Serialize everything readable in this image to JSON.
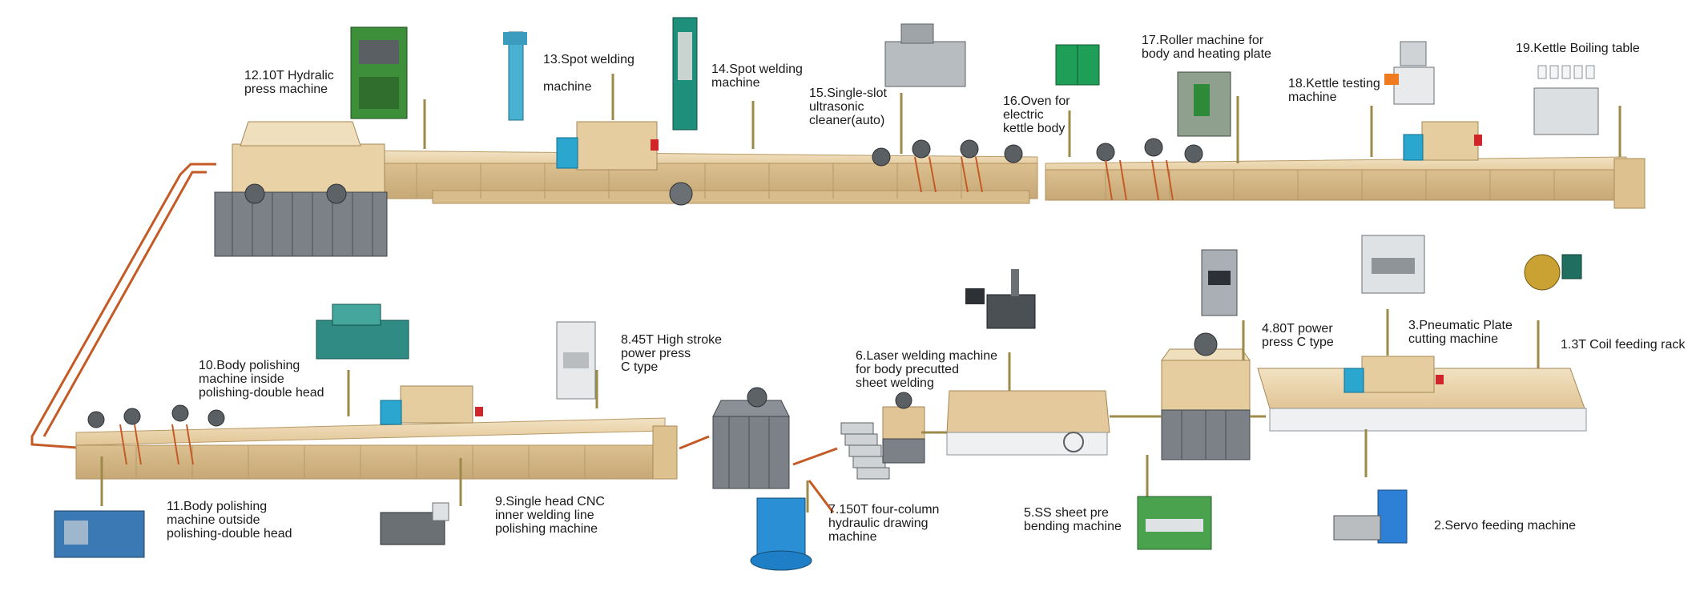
{
  "colors": {
    "line_body": "#e3c99c",
    "line_body_dark": "#c9aa78",
    "line_top": "#efdcb6",
    "machine_blue": "#2aa6cf",
    "accent_red": "#d0262b",
    "chain": "#c45a25",
    "post": "#9b8a4a",
    "cabinet": "#6f7479"
  },
  "stations": [
    {
      "id": "1",
      "lines": [
        "1.3T Coil feeding rack"
      ]
    },
    {
      "id": "2",
      "lines": [
        "2.Servo feeding machine"
      ]
    },
    {
      "id": "3",
      "lines": [
        "3.Pneumatic Plate",
        "cutting machine"
      ]
    },
    {
      "id": "4",
      "lines": [
        "4.80T power",
        "press C type"
      ]
    },
    {
      "id": "5",
      "lines": [
        "5.SS sheet pre",
        "bending machine"
      ]
    },
    {
      "id": "6",
      "lines": [
        "6.Laser welding machine",
        "for body precutted",
        "sheet welding"
      ]
    },
    {
      "id": "7",
      "lines": [
        "7.150T four-column",
        "hydraulic drawing",
        "machine"
      ]
    },
    {
      "id": "8",
      "lines": [
        "8.45T High stroke",
        "power press",
        "C type"
      ]
    },
    {
      "id": "9",
      "lines": [
        "9.Single head CNC",
        "inner welding line",
        "polishing machine"
      ]
    },
    {
      "id": "10",
      "lines": [
        "10.Body polishing",
        "machine inside",
        "polishing-double head"
      ]
    },
    {
      "id": "11",
      "lines": [
        "11.Body polishing",
        "machine outside",
        "polishing-double head"
      ]
    },
    {
      "id": "12",
      "lines": [
        "12.10T Hydralic",
        "press machine"
      ]
    },
    {
      "id": "13",
      "lines": [
        "13.Spot welding",
        "machine"
      ]
    },
    {
      "id": "14",
      "lines": [
        "14.Spot welding",
        "machine"
      ]
    },
    {
      "id": "15",
      "lines": [
        "15.Single-slot",
        "ultrasonic",
        "cleaner(auto)"
      ]
    },
    {
      "id": "16",
      "lines": [
        "16.Oven for",
        "electric",
        "kettle body"
      ]
    },
    {
      "id": "17",
      "lines": [
        "17.Roller machine for",
        "body and heating plate"
      ]
    },
    {
      "id": "18",
      "lines": [
        "18.Kettle testing",
        "machine"
      ]
    },
    {
      "id": "19",
      "lines": [
        "19.Kettle Boiling table"
      ]
    }
  ]
}
